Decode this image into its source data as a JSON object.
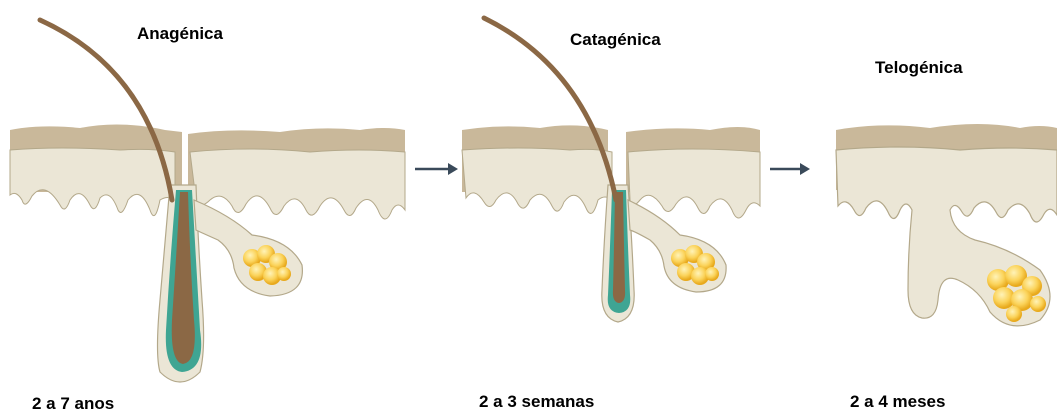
{
  "stages": [
    {
      "name": "Anagénica",
      "duration": "2 a 7 anos"
    },
    {
      "name": "Catagénica",
      "duration": "2 a 3 semanas"
    },
    {
      "name": "Telogénica",
      "duration": "2 a 4 meses"
    }
  ],
  "colors": {
    "skin_top": "#c9b89a",
    "skin_body": "#ebe6d6",
    "skin_outline": "#b3a88a",
    "hair": "#8b6845",
    "sheath": "#3fa593",
    "gland": "#f5c542",
    "gland_light": "#fde08a",
    "arrow": "#3a4a5a"
  },
  "icons": {
    "transition": "arrow-right-icon"
  }
}
